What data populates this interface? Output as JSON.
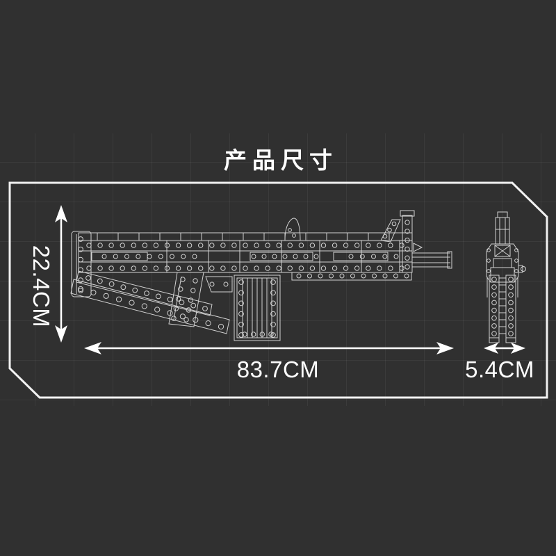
{
  "title": "产品尺寸",
  "panel": {
    "dimensions": {
      "height": "22.4CM",
      "length": "83.7CM",
      "width": "5.4CM"
    }
  },
  "colors": {
    "background": "#303030",
    "panel_border": "#f2f2f2",
    "drawing_line": "#e0e0e0",
    "text": "#ffffff",
    "grid_line": "rgba(255,255,255,0.055)"
  }
}
